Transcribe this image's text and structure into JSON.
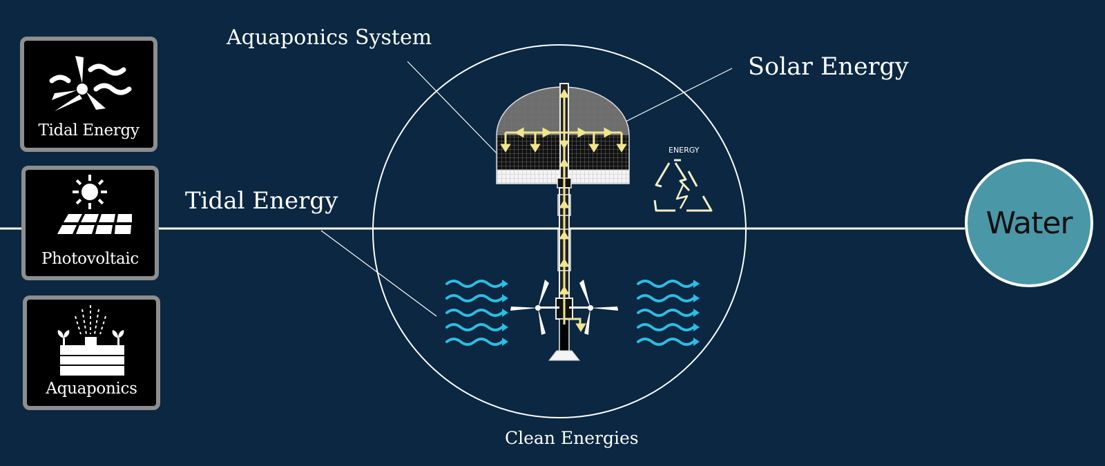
{
  "tiles": [
    {
      "icon": "tidal-turbine-icon",
      "label": "Tidal Energy"
    },
    {
      "icon": "solar-panel-icon",
      "label": "Photovoltaic"
    },
    {
      "icon": "aquaponics-icon",
      "label": "Aquaponics"
    }
  ],
  "labels": {
    "aquaponics_system": "Aquaponics System",
    "solar_energy": "Solar Energy",
    "tidal_energy": "Tidal Energy",
    "energy_small": "ENERGY",
    "clean_energies": "Clean Energies",
    "water": "Water"
  },
  "colors": {
    "background": "#0b2741",
    "water_badge": "#4a97a8",
    "flow_arrows": "#f0e68c",
    "waves": "#2bbde6"
  }
}
